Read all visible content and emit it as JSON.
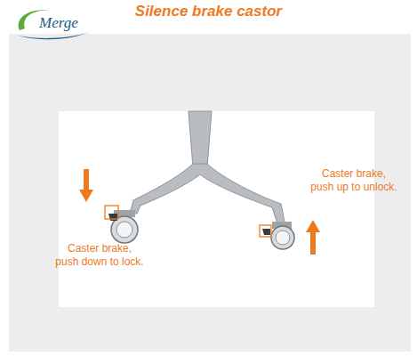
{
  "diagram": {
    "title": "Silence brake castor",
    "labels": [
      "Merge",
      "Caster brake, push up to unlock.",
      "Caster brake, push down to lock."
    ]
  }
}
